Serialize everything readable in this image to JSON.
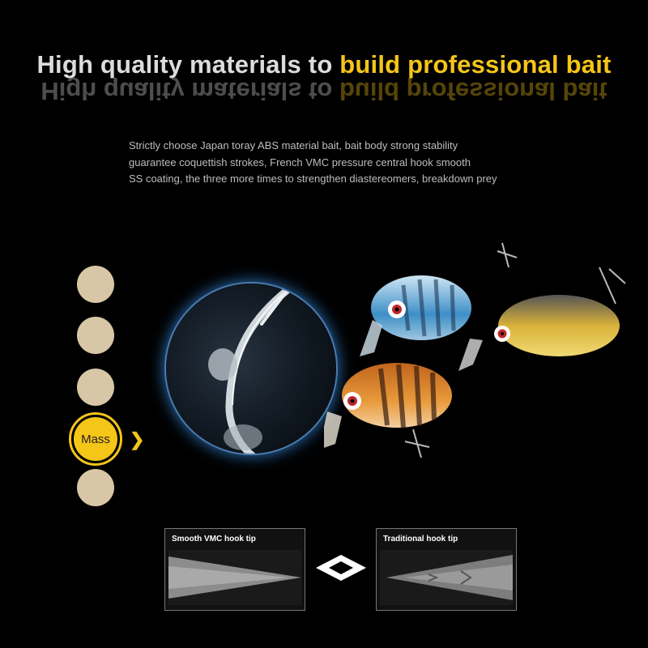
{
  "headline": {
    "part1": "High quality materials to ",
    "part2": "build professional bait"
  },
  "description": {
    "line1": "Strictly choose Japan toray ABS material bait, bait body strong stability",
    "line2": "guarantee coquettish strokes, French VMC pressure central hook smooth",
    "line3": "SS coating, the three more times to strengthen diastereomers, breakdown prey"
  },
  "nav": {
    "active_label": "Mass"
  },
  "comparison": {
    "left_label": "Smooth VMC hook tip",
    "right_label": "Traditional hook tip"
  },
  "colors": {
    "accent": "#f5c518",
    "dot": "#d8c7a6",
    "background": "#000000",
    "glow": "#2a6db0"
  }
}
